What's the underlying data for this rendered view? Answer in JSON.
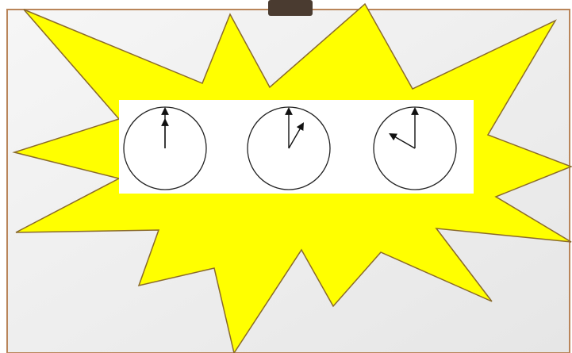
{
  "colors": {
    "board_fill": "#f2f2f2",
    "board_border": "#b9855a",
    "clip": "#4a3b30",
    "burst_fill": "#ffff00",
    "burst_stroke": "#8a6a2a",
    "panel": "#ffffff",
    "clock_stroke": "#222222",
    "hand": "#111111"
  },
  "icons": {
    "board": "whiteboard-icon",
    "clip": "board-clip-icon",
    "burst": "starburst-shape"
  },
  "clocks": [
    {
      "name": "clock-twelve-oclock",
      "hour_direction": 12,
      "minute_direction": 12
    },
    {
      "name": "clock-one-oclock",
      "hour_direction": 1,
      "minute_direction": 12
    },
    {
      "name": "clock-ten-oclock",
      "hour_direction": 10,
      "minute_direction": 12
    }
  ]
}
